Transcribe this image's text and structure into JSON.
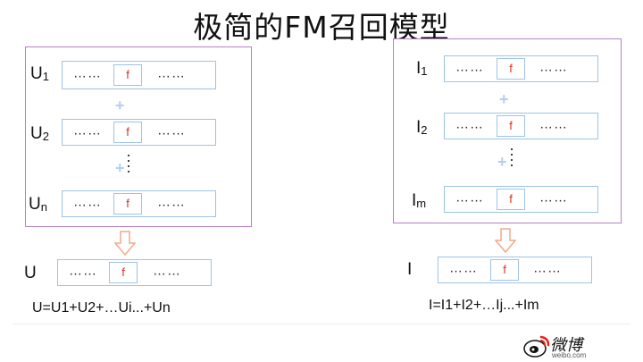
{
  "title": "极简的FM召回模型",
  "ellipsis": "……",
  "f_label": "f",
  "user": {
    "rows": [
      {
        "label": "U",
        "sub": "1"
      },
      {
        "label": "U",
        "sub": "2"
      },
      {
        "label": "U",
        "sub": "n"
      }
    ],
    "result_label": "U",
    "formula": "U=U1+U2+…Ui...+Un"
  },
  "item": {
    "rows": [
      {
        "label": "I",
        "sub": "1"
      },
      {
        "label": "I",
        "sub": "2"
      },
      {
        "label": "I",
        "sub": "m"
      }
    ],
    "result_label": "I",
    "formula": "I=I1+I2+…Ij...+Im"
  },
  "logo": {
    "text": "微博",
    "url": "weibo.com"
  },
  "colors": {
    "panel_border": "#b77fc7",
    "box_border": "#9ec3e6",
    "f_text": "#d9301e",
    "arrow": "#f2a98a",
    "plus": "#b5cfee"
  }
}
